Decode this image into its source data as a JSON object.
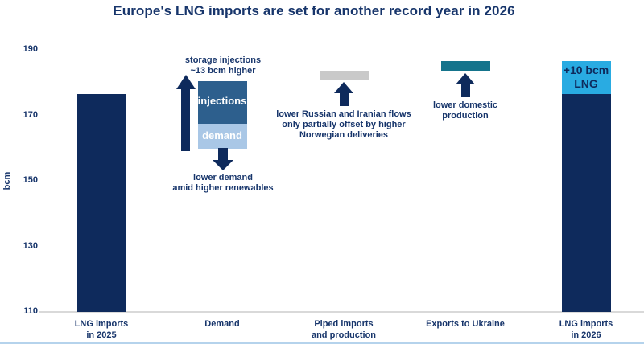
{
  "chart_data": {
    "type": "waterfall",
    "title": "Europe's LNG imports are set for another record year in 2026",
    "ylabel": "bcm",
    "ylim": [
      110,
      190
    ],
    "yticks": [
      190,
      170,
      150,
      130,
      110
    ],
    "grid": false,
    "legend": false,
    "colors": {
      "navy": "#0e2a5c",
      "steel_blue": "#2d5f8d",
      "light_blue": "#a9c7e6",
      "cyan": "#29abe2",
      "teal": "#15748c",
      "gray": "#c9c9c9",
      "text": "#17356b",
      "axis_line": "#d9d9d9",
      "bottom_rule": "#b5d3ec"
    },
    "columns": [
      {
        "id": "lng-2025",
        "kind": "total-bar",
        "label_lines": [
          "LNG imports",
          "in 2025"
        ],
        "from": 110,
        "to": 176.5,
        "color_key": "navy"
      },
      {
        "id": "demand",
        "kind": "annotation-box",
        "label_lines": [
          "Demand"
        ],
        "box_top": 180.5,
        "box_split": 167.5,
        "box_bottom": 159.5,
        "top_segment_label": "injections",
        "bottom_segment_label": "demand",
        "top_color_key": "steel_blue",
        "bottom_color_key": "light_blue",
        "note_above": "storage injections\n~13 bcm higher",
        "note_below": "lower demand\namid higher renewables"
      },
      {
        "id": "piped",
        "kind": "step-bar",
        "label_lines": [
          "Piped imports",
          "and production"
        ],
        "from": 181,
        "to": 183.5,
        "color_key": "gray",
        "note_below": "lower Russian and Iranian flows\nonly partially offset by higher\nNorwegian deliveries"
      },
      {
        "id": "ukraine",
        "kind": "step-bar",
        "label_lines": [
          "Exports to Ukraine"
        ],
        "from": 183.5,
        "to": 186.5,
        "color_key": "teal",
        "note_below": "lower domestic\nproduction"
      },
      {
        "id": "lng-2026",
        "kind": "total-bar",
        "label_lines": [
          "LNG imports",
          "in 2026"
        ],
        "from": 110,
        "to": 186.5,
        "color_key": "navy",
        "highlight_from": 176.5,
        "highlight_color_key": "cyan",
        "highlight_label": "+10 bcm\nLNG"
      }
    ]
  }
}
